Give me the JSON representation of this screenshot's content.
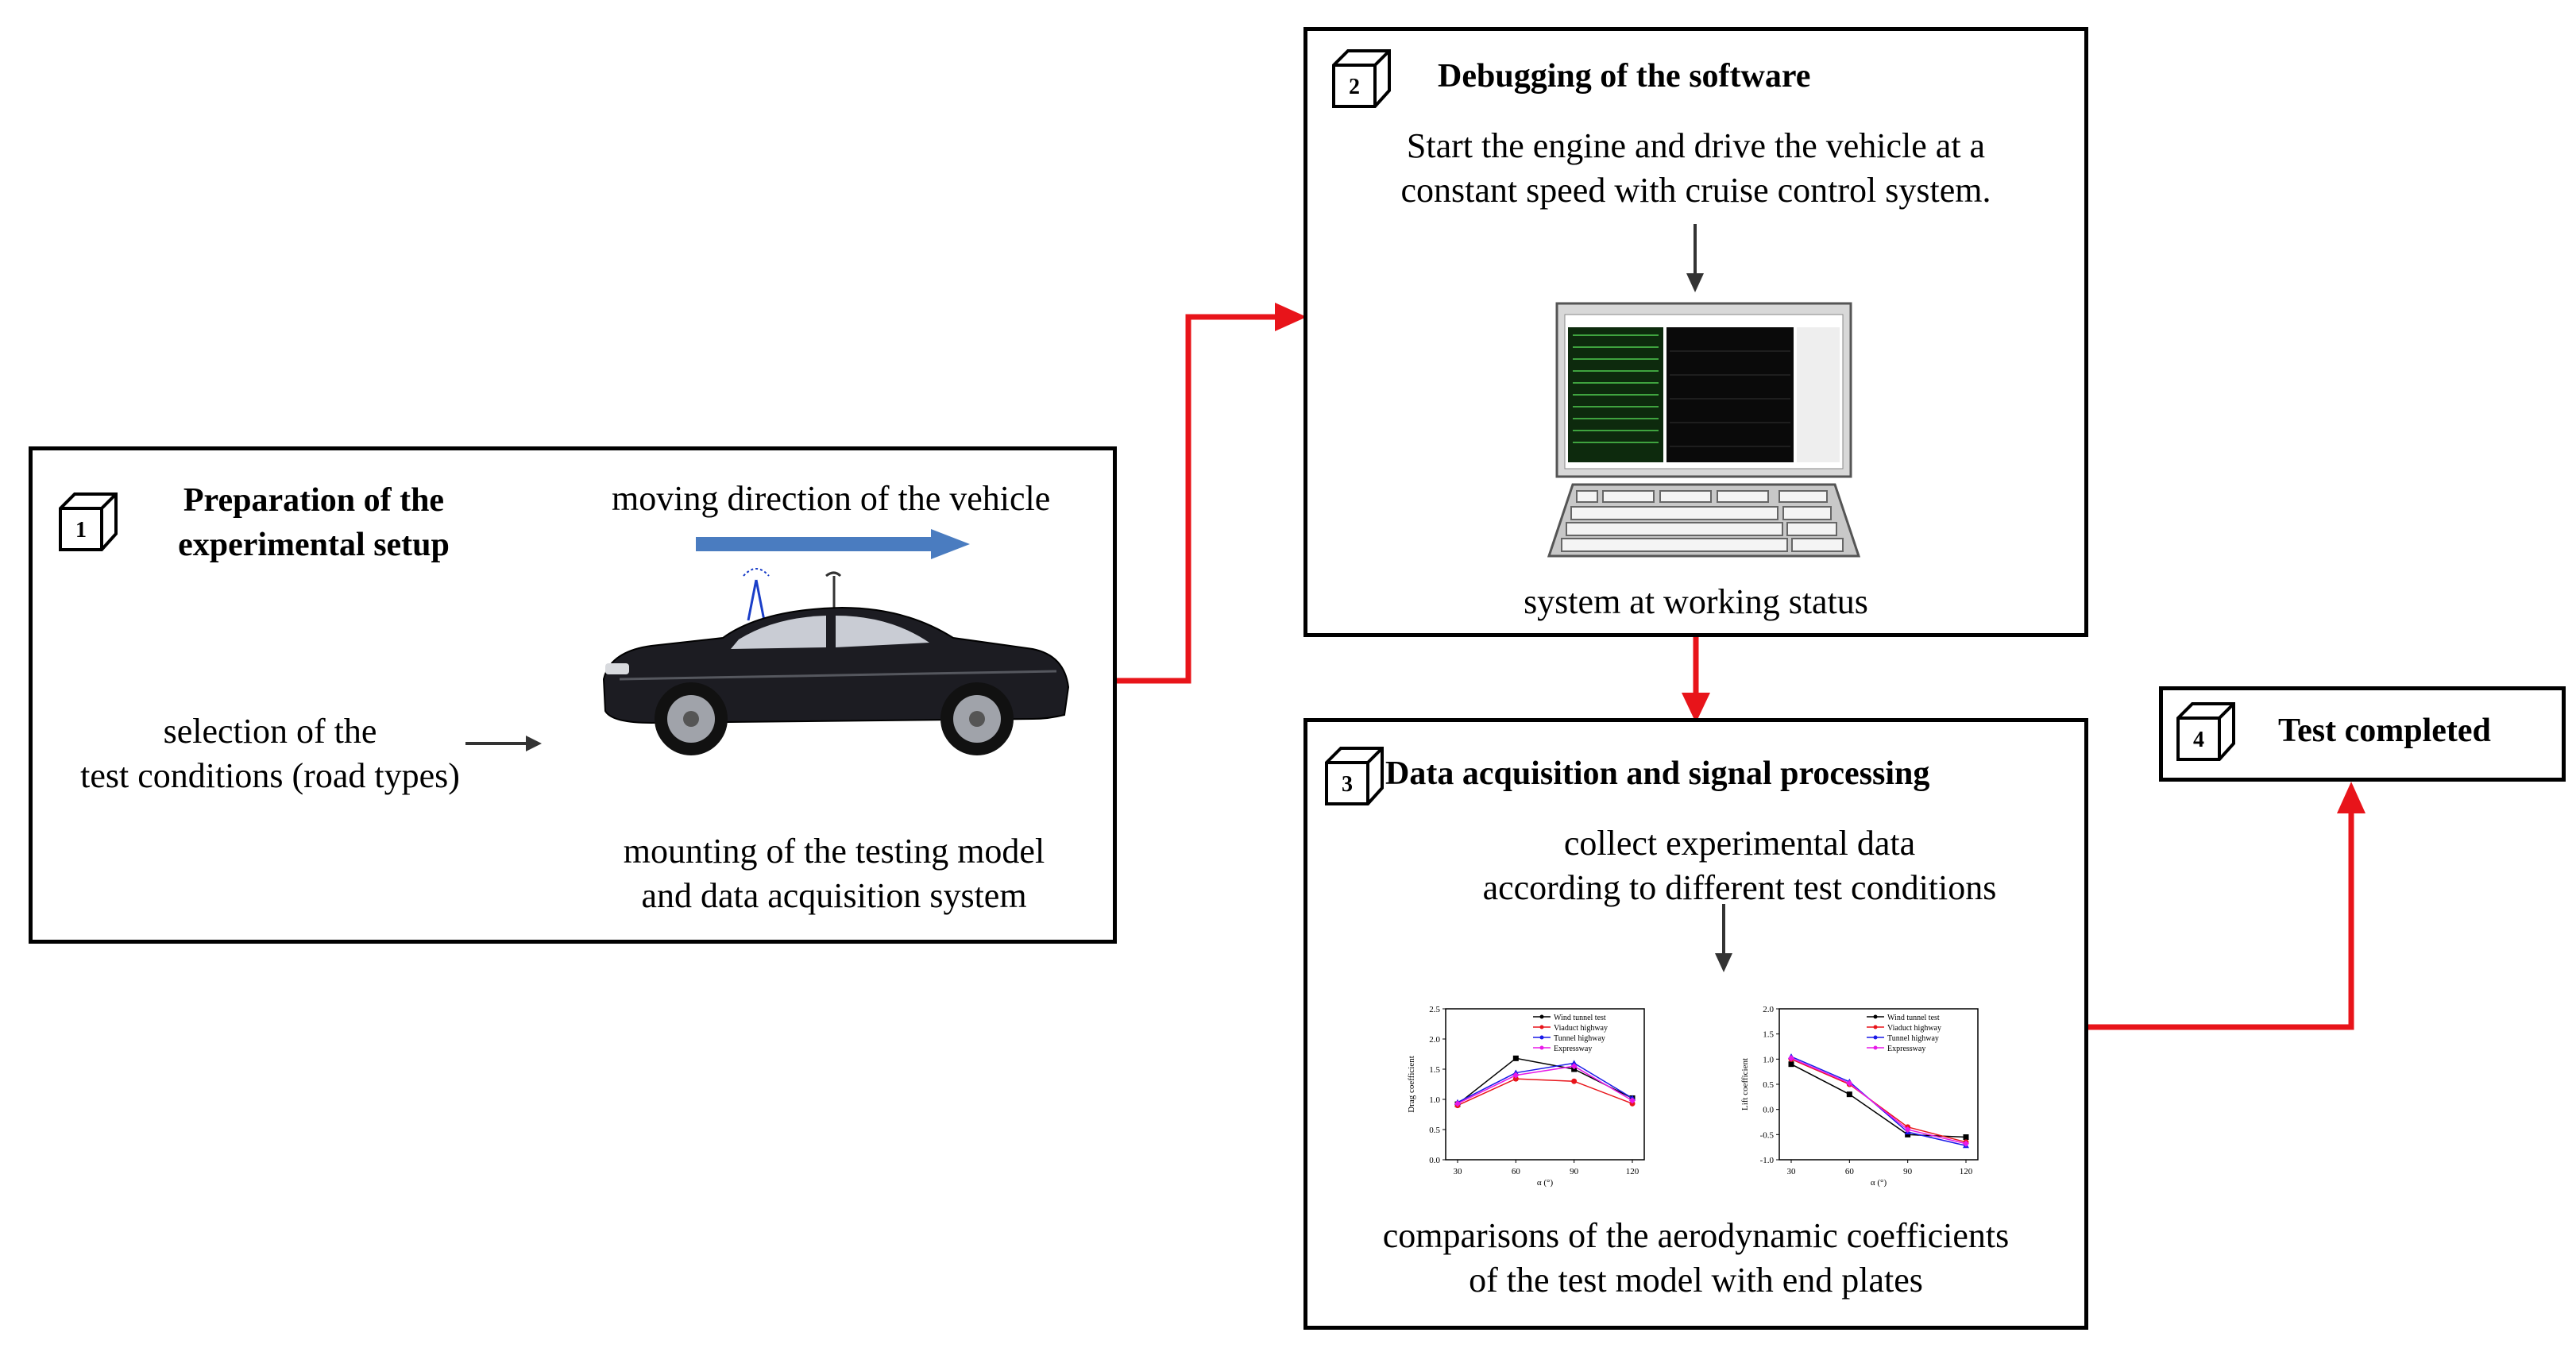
{
  "step1": {
    "number": "1",
    "title_line1": "Preparation of the",
    "title_line2": "experimental setup",
    "moving_direction": "moving direction of the vehicle",
    "selection_line1": "selection of the",
    "selection_line2": "test conditions (road types)",
    "mounting_line1": "mounting of the testing model",
    "mounting_line2": "and data acquisition system"
  },
  "step2": {
    "number": "2",
    "title": "Debugging of the software",
    "desc_line1": "Start the engine and drive the vehicle at a",
    "desc_line2": "constant speed with cruise control system.",
    "status": "system at working status"
  },
  "step3": {
    "number": "3",
    "title": "Data acquisition and signal processing",
    "collect_line1": "collect experimental data",
    "collect_line2": "according to different test conditions",
    "compare_line1": "comparisons of the aerodynamic coefficients",
    "compare_line2": "of the test model with end plates"
  },
  "step4": {
    "number": "4",
    "title": "Test completed"
  },
  "colors": {
    "flow_arrow": "#e8141a",
    "vehicle_arrow": "#4a7cc0",
    "box_border": "#000000",
    "series": [
      "#000000",
      "#e8141a",
      "#1a1ae8",
      "#e81ae8"
    ]
  },
  "chart_data": [
    {
      "type": "line",
      "ylabel": "Drag coefficient",
      "xlabel": "α (°)",
      "x": [
        30,
        60,
        90,
        120
      ],
      "xticks": [
        "30",
        "60",
        "90",
        "120"
      ],
      "yticks": [
        "0.0",
        "0.5",
        "1.0",
        "1.5",
        "2.0",
        "2.5"
      ],
      "ylim": [
        0,
        2.5
      ],
      "legend_position": "top-right",
      "series": [
        {
          "name": "Wind tunnel test",
          "values": [
            0.92,
            1.68,
            1.5,
            1.02
          ]
        },
        {
          "name": "Viaduct highway",
          "values": [
            0.9,
            1.34,
            1.3,
            0.93
          ]
        },
        {
          "name": "Tunnel highway",
          "values": [
            0.95,
            1.44,
            1.6,
            1.02
          ]
        },
        {
          "name": "Expressway",
          "values": [
            0.93,
            1.4,
            1.55,
            0.98
          ]
        }
      ]
    },
    {
      "type": "line",
      "ylabel": "Lift coefficient",
      "xlabel": "α (°)",
      "x": [
        30,
        60,
        90,
        120
      ],
      "xticks": [
        "30",
        "60",
        "90",
        "120"
      ],
      "yticks": [
        "-1.0",
        "-0.5",
        "0.0",
        "0.5",
        "1.0",
        "1.5",
        "2.0"
      ],
      "ylim": [
        -1.0,
        2.0
      ],
      "legend_position": "top-right",
      "series": [
        {
          "name": "Wind tunnel test",
          "values": [
            0.9,
            0.3,
            -0.5,
            -0.55
          ]
        },
        {
          "name": "Viaduct highway",
          "values": [
            1.0,
            0.5,
            -0.35,
            -0.65
          ]
        },
        {
          "name": "Tunnel highway",
          "values": [
            1.05,
            0.55,
            -0.45,
            -0.72
          ]
        },
        {
          "name": "Expressway",
          "values": [
            1.02,
            0.52,
            -0.4,
            -0.68
          ]
        }
      ]
    }
  ]
}
